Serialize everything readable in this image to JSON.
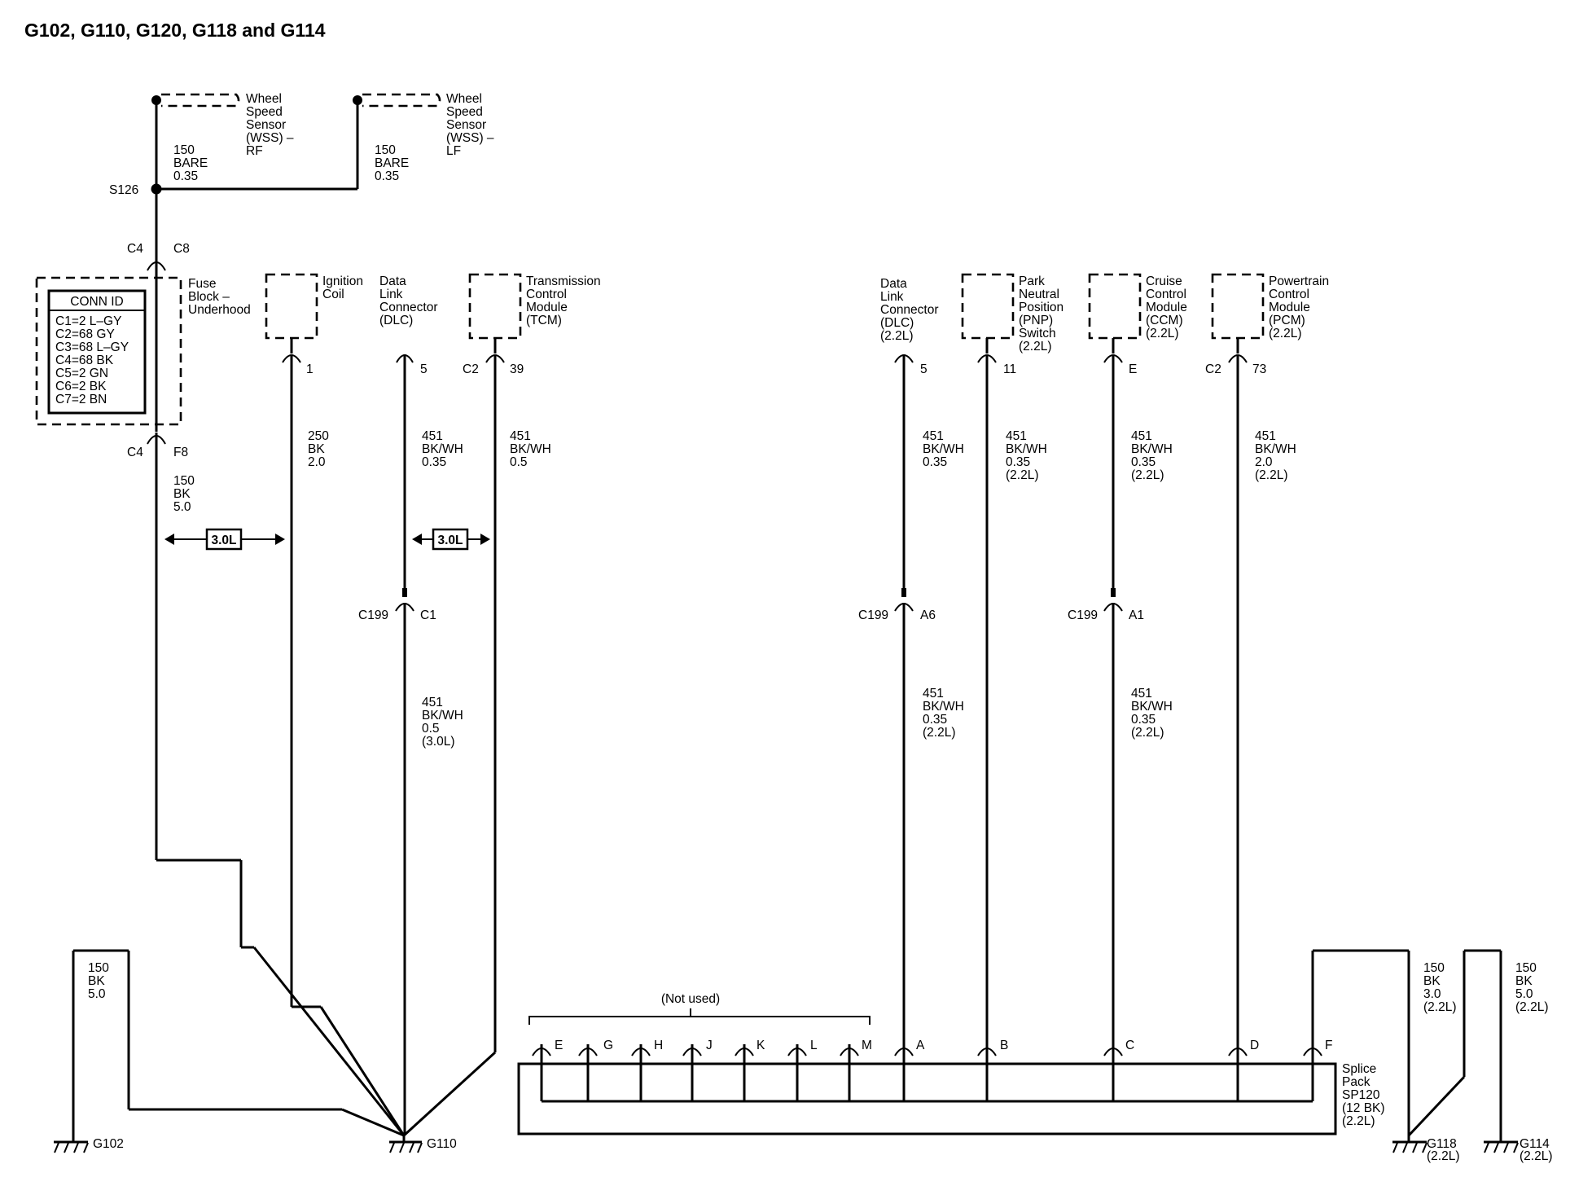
{
  "title": "G102, G110, G120, G118 and G114",
  "components": {
    "wss_rf": [
      "Wheel",
      "Speed",
      "Sensor",
      "(WSS) –",
      "RF"
    ],
    "wss_lf": [
      "Wheel",
      "Speed",
      "Sensor",
      "(WSS) –",
      "LF"
    ],
    "fuse_block": [
      "Fuse",
      "Block –",
      "Underhood"
    ],
    "ignition_coil": [
      "Ignition",
      "Coil"
    ],
    "dlc": [
      "Data",
      "Link",
      "Connector",
      "(DLC)"
    ],
    "tcm": [
      "Transmission",
      "Control",
      "Module",
      "(TCM)"
    ],
    "dlc_22": [
      "Data",
      "Link",
      "Connector",
      "(DLC)",
      "(2.2L)"
    ],
    "pnp": [
      "Park",
      "Neutral",
      "Position",
      "(PNP)",
      "Switch",
      "(2.2L)"
    ],
    "ccm": [
      "Cruise",
      "Control",
      "Module",
      "(CCM)",
      "(2.2L)"
    ],
    "pcm": [
      "Powertrain",
      "Control",
      "Module",
      "(PCM)",
      "(2.2L)"
    ],
    "splice_pack": [
      "Splice",
      "Pack",
      "SP120",
      "(12 BK)",
      "(2.2L)"
    ]
  },
  "conn_id": {
    "header": "CONN ID",
    "rows": [
      "C1=2 L–GY",
      "C2=68 GY",
      "C3=68 L–GY",
      "C4=68 BK",
      "C5=2 GN",
      "C6=2 BK",
      "C7=2 BN"
    ]
  },
  "wires": {
    "wss_rf": [
      "150",
      "BARE",
      "0.35"
    ],
    "wss_lf": [
      "150",
      "BARE",
      "0.35"
    ],
    "fuse_out": [
      "150",
      "BK",
      "5.0"
    ],
    "ign": [
      "250",
      "BK",
      "2.0"
    ],
    "dlc": [
      "451",
      "BK/WH",
      "0.35"
    ],
    "tcm": [
      "451",
      "BK/WH",
      "0.5"
    ],
    "dlc_lower": [
      "451",
      "BK/WH",
      "0.5",
      "(3.0L)"
    ],
    "g102": [
      "150",
      "BK",
      "5.0"
    ],
    "dlc22": [
      "451",
      "BK/WH",
      "0.35"
    ],
    "dlc22_lower": [
      "451",
      "BK/WH",
      "0.35",
      "(2.2L)"
    ],
    "pnp": [
      "451",
      "BK/WH",
      "0.35",
      "(2.2L)"
    ],
    "ccm": [
      "451",
      "BK/WH",
      "0.35",
      "(2.2L)"
    ],
    "ccm_lower": [
      "451",
      "BK/WH",
      "0.35",
      "(2.2L)"
    ],
    "pcm": [
      "451",
      "BK/WH",
      "2.0",
      "(2.2L)"
    ],
    "g118": [
      "150",
      "BK",
      "3.0",
      "(2.2L)"
    ],
    "g114": [
      "150",
      "BK",
      "5.0",
      "(2.2L)"
    ]
  },
  "pins": {
    "c4_top": "C4",
    "c8": "C8",
    "c4_bot": "C4",
    "f8": "F8",
    "ign": "1",
    "dlc": "5",
    "tcm_conn": "C2",
    "tcm": "39",
    "dlc22": "5",
    "pnp": "11",
    "ccm": "E",
    "pcm_conn": "C2",
    "pcm": "73",
    "c199_a": "C199",
    "c1": "C1",
    "c199_b": "C199",
    "a6": "A6",
    "c199_c": "C199",
    "a1": "A1",
    "s126": "S126"
  },
  "option_tag": "3.0L",
  "not_used": "(Not used)",
  "splice_pins": [
    "E",
    "G",
    "H",
    "J",
    "K",
    "L",
    "M",
    "A",
    "B",
    "C",
    "D",
    "F"
  ],
  "grounds": {
    "g102": "G102",
    "g110": "G110",
    "g118": "G118",
    "g118_sub": "(2.2L)",
    "g114": "G114",
    "g114_sub": "(2.2L)"
  }
}
